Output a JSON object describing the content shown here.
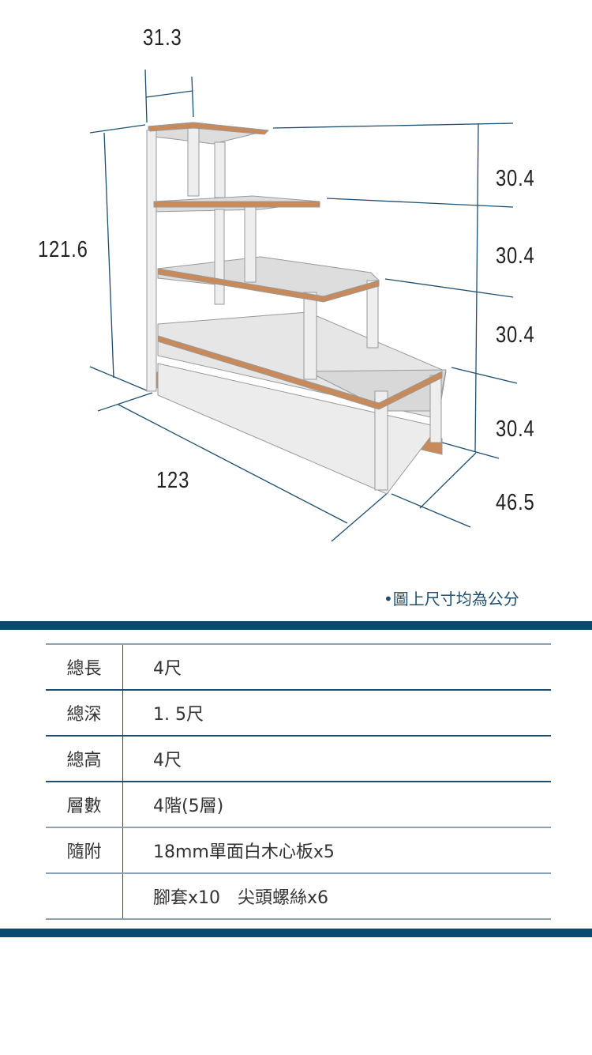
{
  "dimensions": {
    "top_depth": "31.3",
    "total_height": "121.6",
    "step_heights": [
      "30.4",
      "30.4",
      "30.4",
      "30.4"
    ],
    "total_length": "123",
    "total_depth": "46.5"
  },
  "note": "•圖上尺寸均為公分",
  "colors": {
    "brand": "#0b4a70",
    "lines": "#1d4e6e"
  },
  "specs": [
    {
      "label": "總長",
      "value": "4尺"
    },
    {
      "label": "總深",
      "value": "1. 5尺"
    },
    {
      "label": "總高",
      "value": "4尺"
    },
    {
      "label": "層數",
      "value": "4階(5層)"
    },
    {
      "label": "隨附",
      "value": "18mm單面白木心板x5"
    },
    {
      "label": "",
      "value": "腳套x10　尖頭螺絲x6"
    }
  ]
}
